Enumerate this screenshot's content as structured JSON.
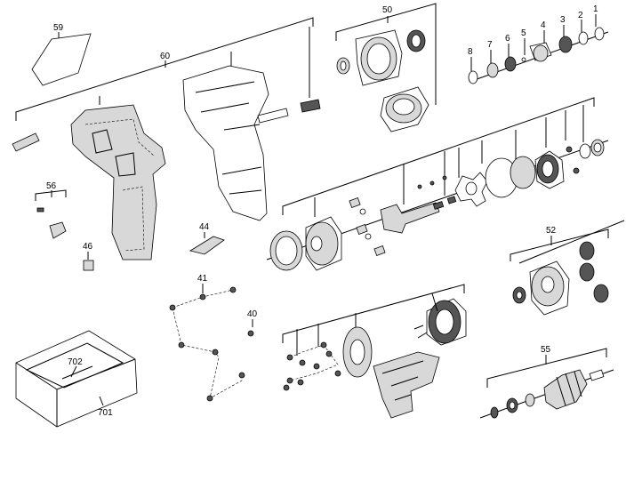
{
  "diagram": {
    "callouts": {
      "c1": "1",
      "c2": "2",
      "c3": "3",
      "c4": "4",
      "c5": "5",
      "c6": "6",
      "c7": "7",
      "c8": "8",
      "c40": "40",
      "c41": "41",
      "c44": "44",
      "c46": "46",
      "c50": "50",
      "c52": "52",
      "c55": "55",
      "c56": "56",
      "c59": "59",
      "c60": "60",
      "c701": "701",
      "c702": "702"
    }
  }
}
